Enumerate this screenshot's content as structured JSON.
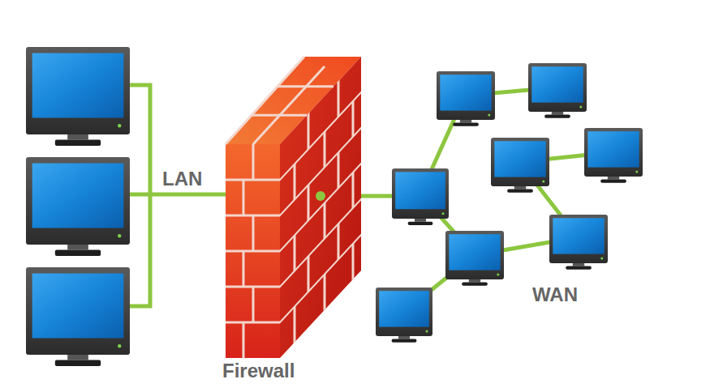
{
  "diagram": {
    "labels": [
      "LAN",
      "Firewall",
      "WAN"
    ]
  }
}
